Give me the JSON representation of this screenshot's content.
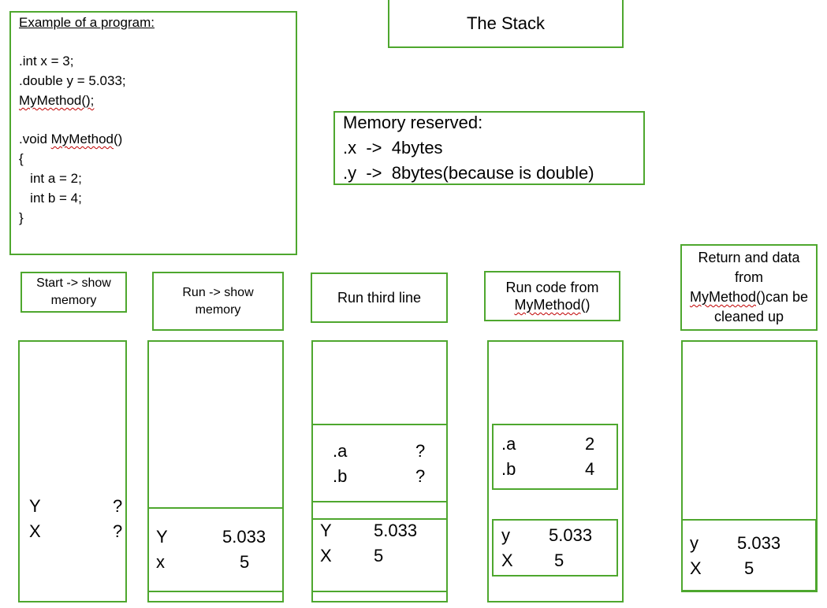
{
  "program": {
    "heading": "Example of a program:",
    "lines": [
      ".int x = 3;",
      ".double y = 5.033;",
      "MyMethod();",
      "",
      ".void MyMethod()",
      "{",
      "   int a = 2;",
      "   int b = 4;",
      "}"
    ]
  },
  "title": "The Stack",
  "memory": {
    "heading": "Memory reserved:",
    "lines": [
      ".x  ->  4bytes",
      ".y  ->  8bytes(because is double)"
    ]
  },
  "steps": [
    {
      "label": "Start -> show memory"
    },
    {
      "label": "Run  -> show memory"
    },
    {
      "label": "Run third line"
    },
    {
      "label": "Run code from MyMethod()"
    },
    {
      "label": "Return and data from MyMethod()can be cleaned up"
    }
  ],
  "stacks": [
    {
      "rows": [
        {
          "name": "Y",
          "value": "?"
        },
        {
          "name": "X",
          "value": "?"
        }
      ]
    },
    {
      "rows": [
        {
          "name": "Y",
          "value": "5.033"
        },
        {
          "name": "x",
          "value": "5"
        }
      ]
    },
    {
      "frame": [
        {
          "name": ".a",
          "value": "?"
        },
        {
          "name": ".b",
          "value": "?"
        }
      ],
      "rows": [
        {
          "name": "Y",
          "value": "5.033"
        },
        {
          "name": "X",
          "value": "5"
        }
      ]
    },
    {
      "frame": [
        {
          "name": ".a",
          "value": "2"
        },
        {
          "name": ".b",
          "value": "4"
        }
      ],
      "rows": [
        {
          "name": "y",
          "value": "5.033"
        },
        {
          "name": "X",
          "value": "5"
        }
      ]
    },
    {
      "rows": [
        {
          "name": "y",
          "value": "5.033"
        },
        {
          "name": "X",
          "value": "5"
        }
      ]
    }
  ],
  "colors": {
    "border": "#4ea72e"
  }
}
